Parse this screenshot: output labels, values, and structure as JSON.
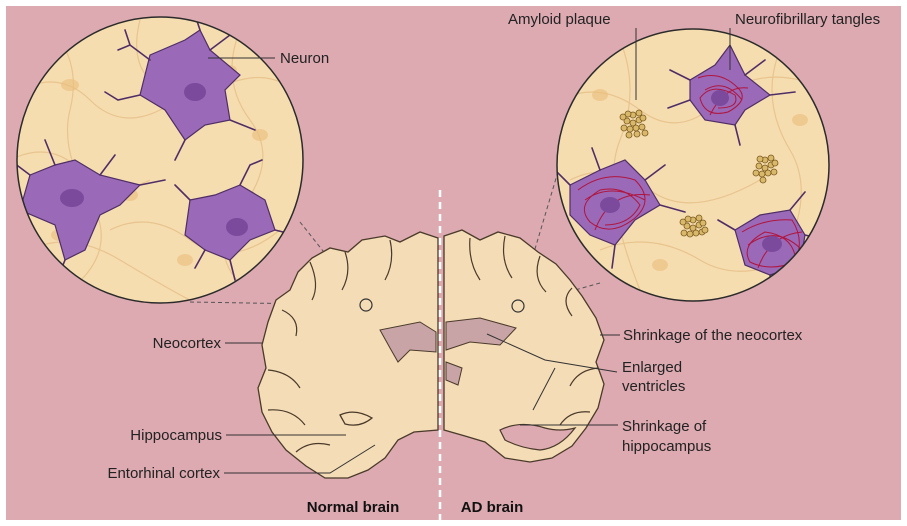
{
  "labels": {
    "neuron": "Neuron",
    "amyloid_plaque": "Amyloid plaque",
    "neurofibrillary_tangles": "Neurofibrillary tangles",
    "neocortex": "Neocortex",
    "hippocampus": "Hippocampus",
    "entorhinal_cortex": "Entorhinal cortex",
    "shrinkage_neocortex": "Shrinkage of the neocortex",
    "enlarged_ventricles_1": "Enlarged",
    "enlarged_ventricles_2": "ventricles",
    "shrinkage_hippocampus_1": "Shrinkage of",
    "shrinkage_hippocampus_2": "hippocampus"
  },
  "captions": {
    "normal": "Normal brain",
    "ad": "AD brain"
  },
  "colors": {
    "background": "#dcaab0",
    "tissue": "#f6ddb0",
    "brain": "#f4dcb6",
    "neuron": "#9a6ab8",
    "tangle": "#b0143c",
    "plaque": "#c8a45a"
  }
}
